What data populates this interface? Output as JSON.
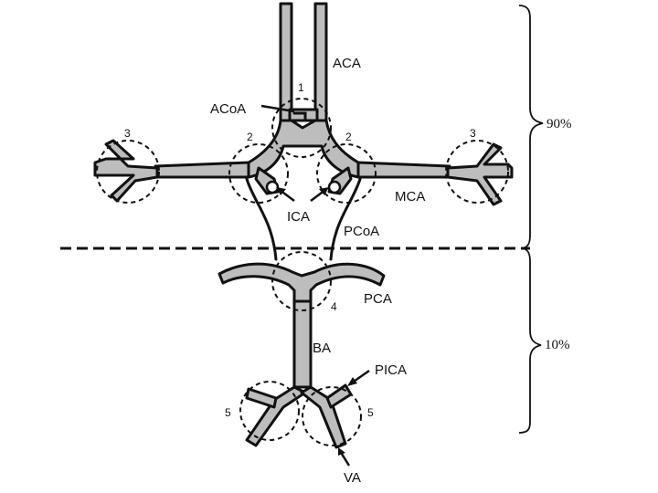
{
  "diagram": {
    "labels": {
      "aca": "ACA",
      "acoa": "ACoA",
      "ica": "ICA",
      "mca": "MCA",
      "pcoa": "PCoA",
      "pca": "PCA",
      "ba": "BA",
      "pica": "PICA",
      "va": "VA"
    },
    "site_numbers": {
      "acoa_site": "1",
      "ica_left": "2",
      "ica_right": "2",
      "mca_left": "3",
      "mca_right": "3",
      "basilar_tip": "4",
      "va_left": "5",
      "va_right": "5"
    },
    "percentages": {
      "anterior": "90%",
      "posterior": "10%"
    }
  }
}
